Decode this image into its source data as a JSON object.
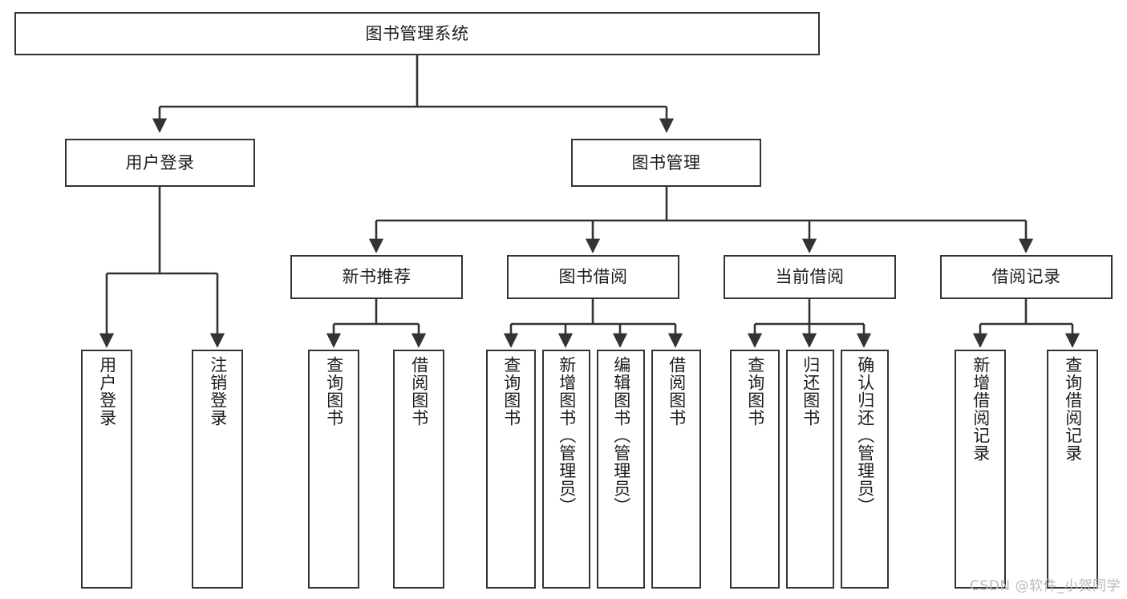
{
  "diagram": {
    "title": "图书管理系统",
    "type": "tree-hierarchy-chart",
    "background_color": "#ffffff",
    "line_color": "#333333",
    "box_border_color": "#333333",
    "text_color": "#1c1c1c"
  },
  "root": {
    "label": "图书管理系统"
  },
  "level2": [
    {
      "label": "用户登录"
    },
    {
      "label": "图书管理"
    }
  ],
  "level3": [
    {
      "label": "新书推荐"
    },
    {
      "label": "图书借阅"
    },
    {
      "label": "当前借阅"
    },
    {
      "label": "借阅记录"
    }
  ],
  "leaves": {
    "user_login": [
      {
        "label": "用户登录"
      },
      {
        "label": "注销登录"
      }
    ],
    "new_book": [
      {
        "label": "查询图书"
      },
      {
        "label": "借阅图书"
      }
    ],
    "book_borrow": [
      {
        "label": "查询图书"
      },
      {
        "label": "新增图书（管理员）"
      },
      {
        "label": "编辑图书（管理员）"
      },
      {
        "label": "借阅图书"
      }
    ],
    "current_borrow": [
      {
        "label": "查询图书"
      },
      {
        "label": "归还图书"
      },
      {
        "label": "确认归还（管理员）"
      }
    ],
    "borrow_record": [
      {
        "label": "新增借阅记录"
      },
      {
        "label": "查询借阅记录"
      }
    ]
  },
  "watermark": {
    "text": "CSDN @软件_小贺同学"
  }
}
